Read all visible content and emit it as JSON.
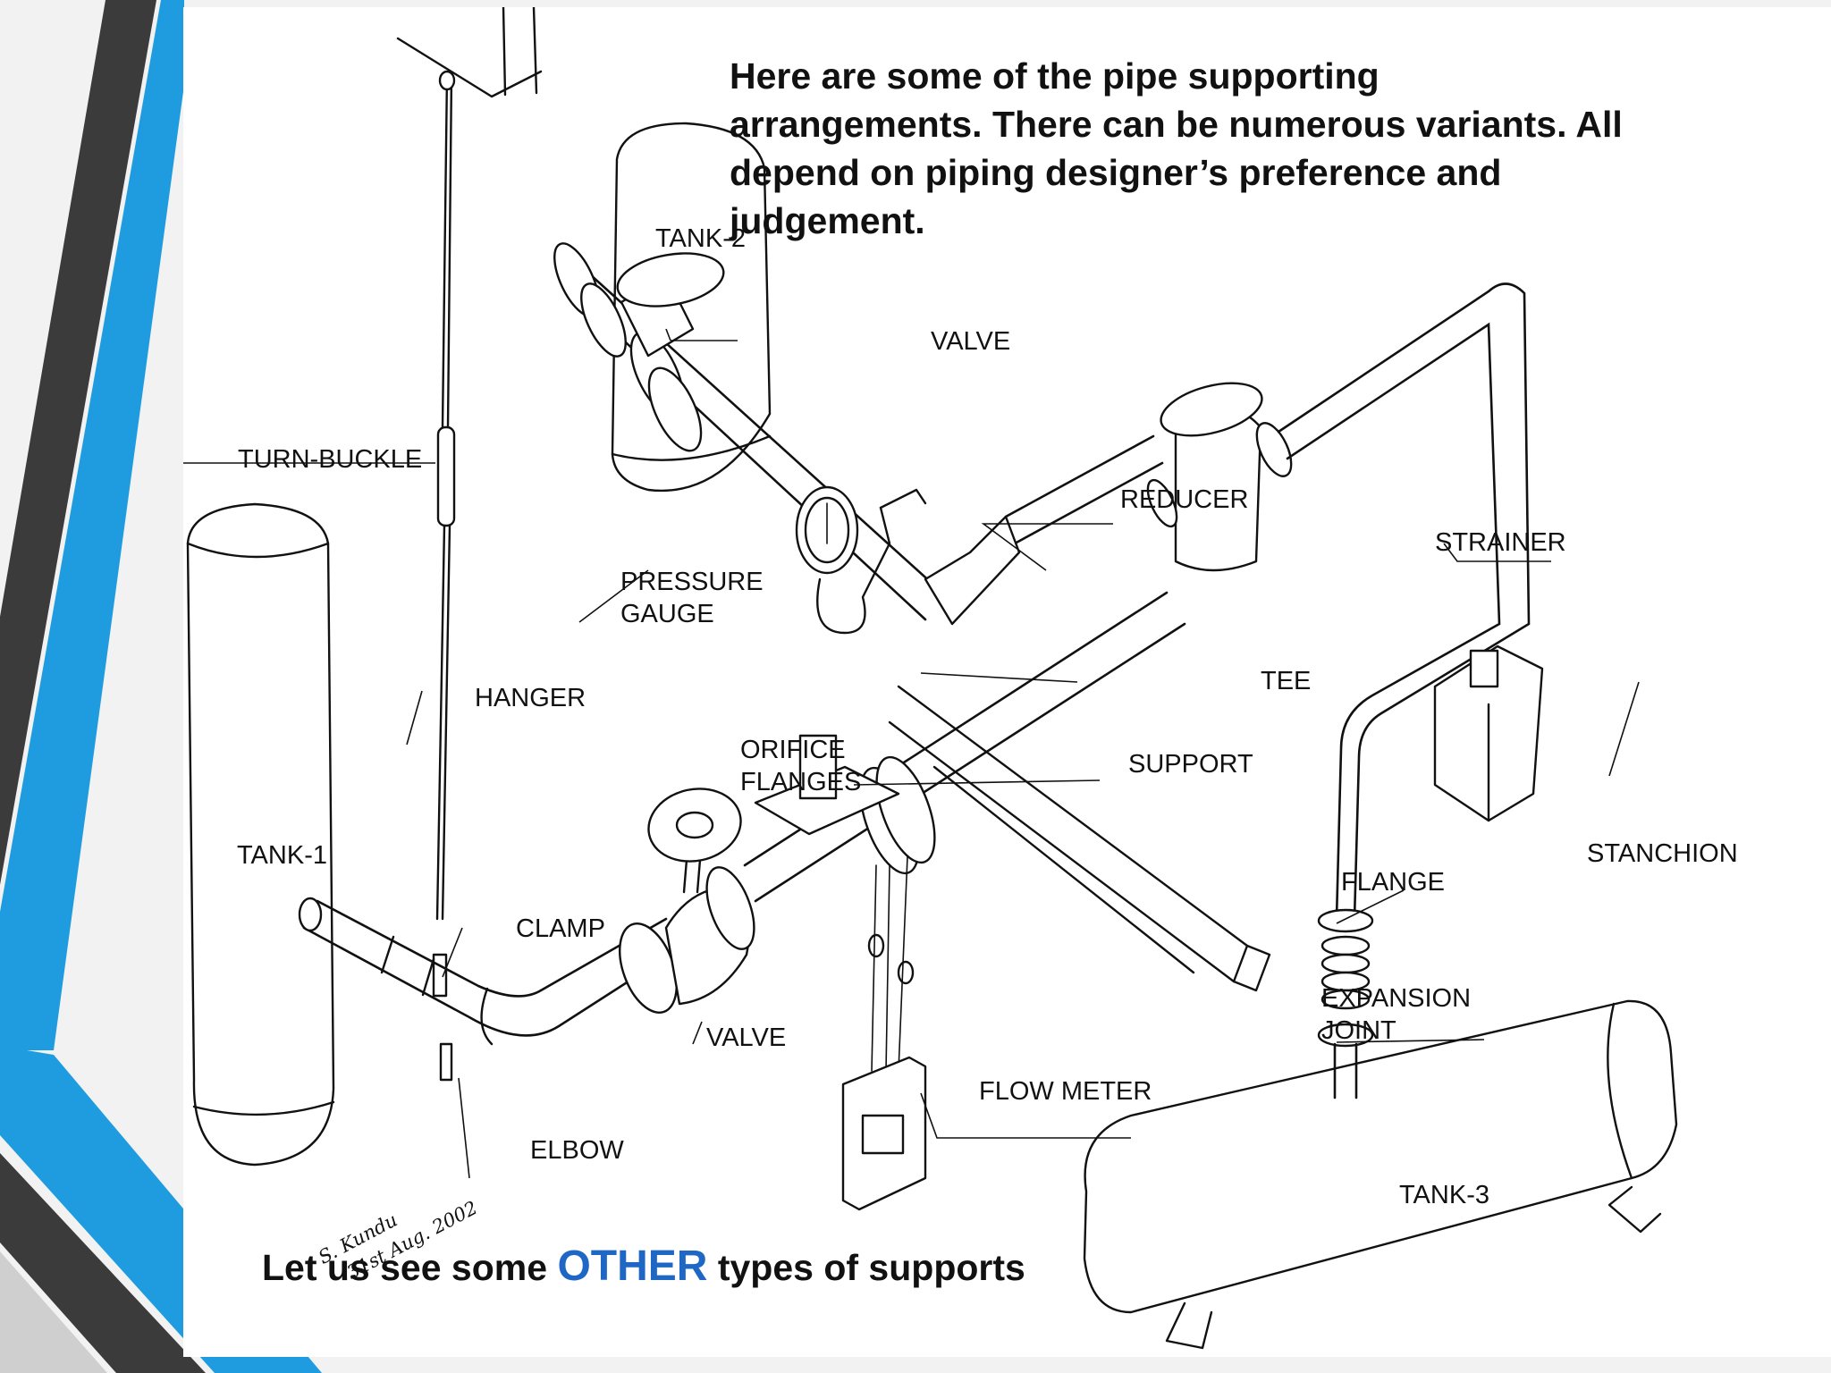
{
  "heading": {
    "text": "Here are some of the pipe supporting arrangements. There can be numerous variants. All depend on piping designer’s preference and judgement."
  },
  "footer": {
    "before": "Let us see some",
    "highlight": "OTHER",
    "after": "types of supports"
  },
  "signature": {
    "name": "S. Kundu",
    "date": "31st Aug. 2002"
  },
  "labels": {
    "tank1": "TANK-1",
    "tank2": "TANK-2",
    "tank3": "TANK-3",
    "turnbuckle": "TURN-BUCKLE",
    "hanger": "HANGER",
    "clamp": "CLAMP",
    "elbow": "ELBOW",
    "valve_upper": "VALVE",
    "valve_lower": "VALVE",
    "pressure1": "PRESSURE",
    "pressure2": "GAUGE",
    "orifice1": "ORIFICE",
    "orifice2": "FLANGES",
    "reducer": "REDUCER",
    "strainer": "STRAINER",
    "tee": "TEE",
    "support": "SUPPORT",
    "stanchion": "STANCHION",
    "flange": "FLANGE",
    "expansion1": "EXPANSION",
    "expansion2": "JOINT",
    "flowmeter": "FLOW METER"
  },
  "colors": {
    "accent_blue": "#1f9ce0",
    "dark_band": "#3b3b3b",
    "highlight_text": "#1f67c5"
  }
}
